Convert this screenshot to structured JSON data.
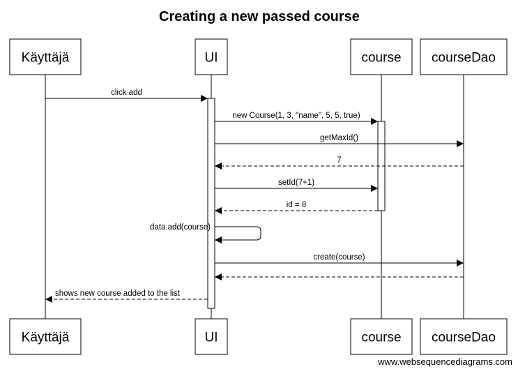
{
  "title": "Creating a new passed course",
  "participants": [
    {
      "id": "kayttaja",
      "label": "Käyttäjä"
    },
    {
      "id": "ui",
      "label": "UI"
    },
    {
      "id": "course",
      "label": "course"
    },
    {
      "id": "coursedao",
      "label": "courseDao"
    }
  ],
  "messages": [
    {
      "label": "click add",
      "from": "kayttaja",
      "to": "ui",
      "style": "solid"
    },
    {
      "label": "new Course(1, 3, \"name\", 5, 5, true)",
      "from": "ui",
      "to": "course",
      "style": "solid"
    },
    {
      "label": "getMaxId()",
      "from": "ui",
      "to": "coursedao",
      "style": "solid"
    },
    {
      "label": "7",
      "from": "coursedao",
      "to": "ui",
      "style": "dashed"
    },
    {
      "label": "setId(7+1)",
      "from": "ui",
      "to": "course",
      "style": "solid"
    },
    {
      "label": "id = 8",
      "from": "course",
      "to": "ui",
      "style": "dashed"
    },
    {
      "label": "data.add(course)",
      "from": "ui",
      "to": "ui",
      "style": "self"
    },
    {
      "label": "create(course)",
      "from": "ui",
      "to": "coursedao",
      "style": "solid"
    },
    {
      "label": "",
      "from": "coursedao",
      "to": "ui",
      "style": "dashed"
    },
    {
      "label": "shows new course added to the list",
      "from": "ui",
      "to": "kayttaja",
      "style": "dashed"
    }
  ],
  "footer": "www.websequencediagrams.com"
}
